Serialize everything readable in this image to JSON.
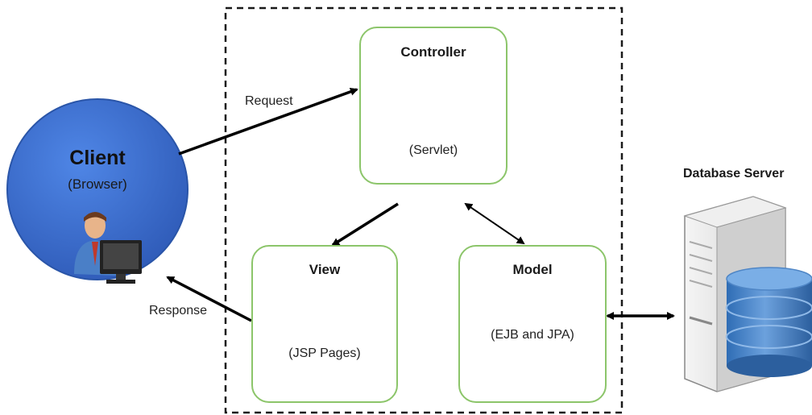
{
  "client": {
    "title": "Client",
    "subtitle": "(Browser)"
  },
  "controller": {
    "title": "Controller",
    "subtitle": "(Servlet)"
  },
  "view": {
    "title": "View",
    "subtitle": "(JSP Pages)"
  },
  "model": {
    "title": "Model",
    "subtitle": "(EJB and JPA)"
  },
  "database": {
    "title": "Database Server"
  },
  "edges": {
    "request_label": "Request",
    "response_label": "Response"
  },
  "colors": {
    "client_fill": "#3f6fd1",
    "box_border": "#8cc56a",
    "container_border": "#1a1a1a",
    "arrow": "#000000",
    "db_cylinder": "#4f86c6"
  }
}
